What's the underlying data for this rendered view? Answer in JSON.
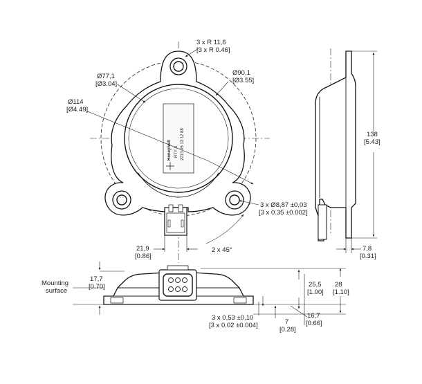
{
  "dimensions": {
    "r_lobes": "3 x R 11,6",
    "r_lobes_in": "[3 x R 0.46]",
    "d77": "Ø77,1",
    "d77_in": "[Ø3.04]",
    "d90": "Ø90,1",
    "d90_in": "[Ø3.55]",
    "d114": "Ø114",
    "d114_in": "[Ø4.49]",
    "holes": "3 x Ø8,87 ±0,03",
    "holes_in": "[3 x 0.35 ±0.002]",
    "w219": "21,9",
    "w219_in": "[0.86]",
    "angle": "2 x 45°",
    "h138": "138",
    "h138_in": "[5.43]",
    "t78": "7,8",
    "t78_in": "[0.31]",
    "h177": "17,7",
    "h177_in": "[0.70]",
    "h255": "25,5",
    "h255_in": "[1.00]",
    "h28": "28",
    "h28_in": "[1.10]",
    "h167": "16,7",
    "h167_in": "[0.66]",
    "t053": "3 x 0,53 ±0,10",
    "t053_in": "[3 x 0.02 ±0.004]",
    "h7": "7",
    "h7_in": "[0.28]"
  },
  "notes": {
    "mounting_1": "Mounting",
    "mounting_2": "surface"
  },
  "label_plate": {
    "brand": "Honeywell",
    "line1": "RTY-S",
    "line2": "2013 05 13 12 88"
  }
}
